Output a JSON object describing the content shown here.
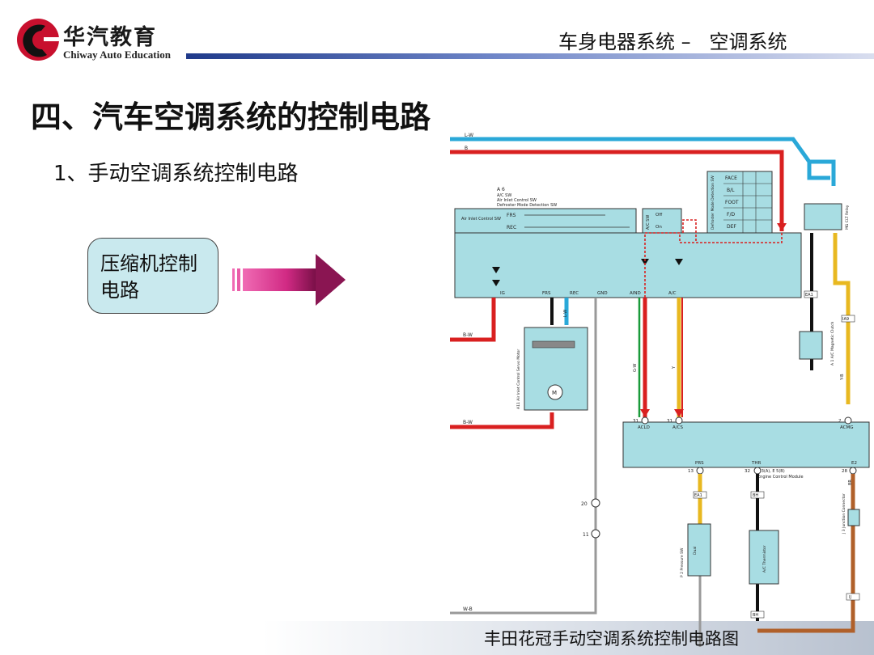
{
  "header": {
    "logo_cn": "华汽教育",
    "logo_en": "Chiway Auto Education",
    "section": "车身电器系统 –   空调系统"
  },
  "page_title": "四、汽车空调系统的控制电路",
  "subtitle": "1、手动空调系统控制电路",
  "callout": "压缩机控制电路",
  "caption": "丰田花冠手动空调系统控制电路图",
  "diagram": {
    "wire_top_1": "L-W",
    "wire_top_2": "B",
    "ac_control_title": "A 6",
    "ac_control_l1": "A/C SW",
    "ac_control_l2": "Air Inlet Control SW",
    "ac_control_l3": "Defroster Mode Detection SW",
    "air_inlet_sw": "Air Inlet Control SW",
    "frs": "FRS",
    "rec": "REC",
    "ac_sw": "A/C SW",
    "off": "Off",
    "on": "On",
    "defroster_detect": "Defroster Mode Detection SW",
    "mode_face": "FACE",
    "mode_bl": "B/L",
    "mode_foot": "FOOT",
    "mode_fd": "F/D",
    "mode_def": "DEF",
    "pin_ig": "IG",
    "pin_frs": "FRS",
    "pin_rec": "REC",
    "pin_gnd": "GND",
    "pin_aind": "AIND",
    "pin_ac": "A/C",
    "wire_bw": "B-W",
    "wire_lw": "L-W",
    "wire_wb": "W-B",
    "wire_gw": "G-W",
    "wire_y": "Y",
    "wire_yb": "Y-B",
    "wire_br": "BR",
    "servo_label": "A11 Air Inlet Control Servo Motor",
    "motor": "M",
    "relay_label": "MG CLT Relay",
    "clutch_label": "A 1 A/C Magnetic Clutch",
    "ecm_pin_acld": "ACLD",
    "ecm_pin_acs": "A/CS",
    "ecm_pin_acmg": "ACMG",
    "ecm_pin_prs": "PRS",
    "ecm_pin_thr": "THR",
    "ecm_pin_e2": "E2",
    "ecm_name_1": "E 3(A), E 5(B)",
    "ecm_name_2": "Engine Control Module",
    "pressure_sw": "P 2 Pressure SW",
    "pressure_sw_type": "Dual",
    "thermistor": "A/C Thermistor",
    "junction": "J 3 Junction Connector",
    "conn_ea1": "EA1",
    "conn_ia9": "IA9",
    "conn_bh": "BH",
    "conn_ij": "IJ",
    "pin_20": "20",
    "pin_11": "11",
    "pin_31a": "31",
    "pin_31b": "31",
    "pin_2": "2",
    "pin_13": "13",
    "pin_32": "32",
    "pin_28": "28"
  }
}
